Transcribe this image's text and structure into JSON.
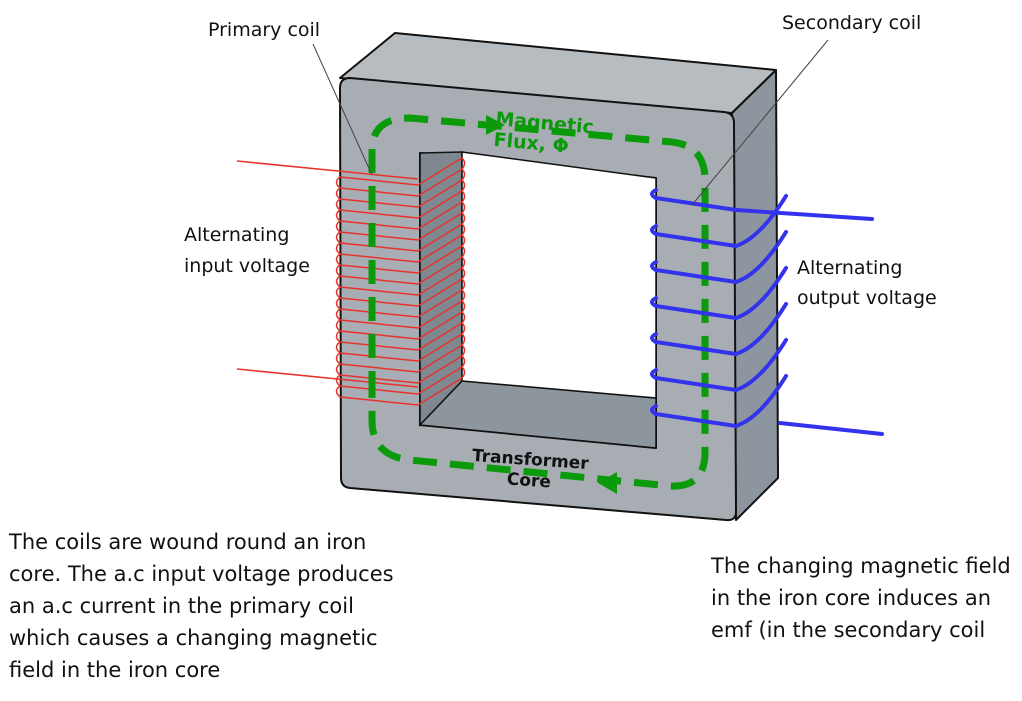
{
  "labels": {
    "primary_coil": "Primary coil",
    "secondary_coil": "Secondary coil",
    "input_voltage": [
      "Alternating",
      "input voltage"
    ],
    "output_voltage": [
      "Alternating",
      "output voltage"
    ],
    "magnetic_flux": [
      "Magnetic",
      "Flux,  Φ"
    ],
    "transformer_core": [
      "Transformer",
      "Core"
    ]
  },
  "captions": {
    "left": [
      "The coils are wound round an iron",
      "core. The a.c input voltage produces",
      "an a.c current in the primary coil",
      "which causes a changing magnetic",
      "field in the iron core"
    ],
    "right": [
      "The changing magnetic field",
      "in the iron core induces an",
      "emf (in the secondary coil"
    ]
  },
  "colors": {
    "core_front": "#a7adb3",
    "core_side": "#8d969e",
    "primary_coil": "#e8322b",
    "secondary_coil": "#3333ee",
    "flux": "#0a9a0a"
  }
}
